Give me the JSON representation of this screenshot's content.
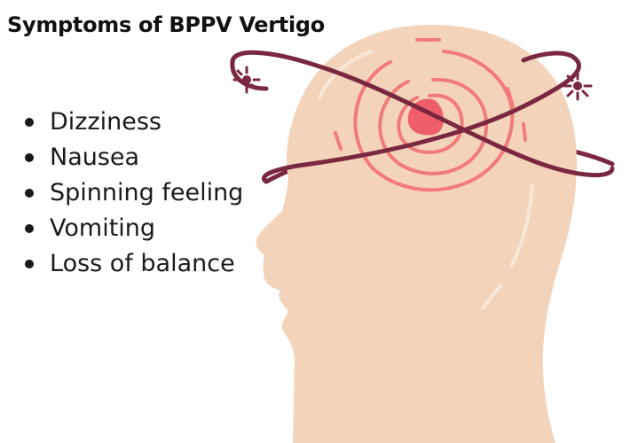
{
  "title": "Symptoms of BPPV Vertigo",
  "symptoms": [
    {
      "label": "Dizziness"
    },
    {
      "label": "Nausea"
    },
    {
      "label": "Spinning feeling"
    },
    {
      "label": "Vomiting"
    },
    {
      "label": "Loss of balance"
    }
  ],
  "colors": {
    "skin": "#f3d4bb",
    "highlight": "#f8e6d6",
    "ring": "#f27a7a",
    "center": "#ef5f6a",
    "orbit": "#7a2740",
    "text": "#1a1a1a"
  },
  "icons": [
    "head-silhouette",
    "orbit-lines",
    "pain-rings"
  ]
}
